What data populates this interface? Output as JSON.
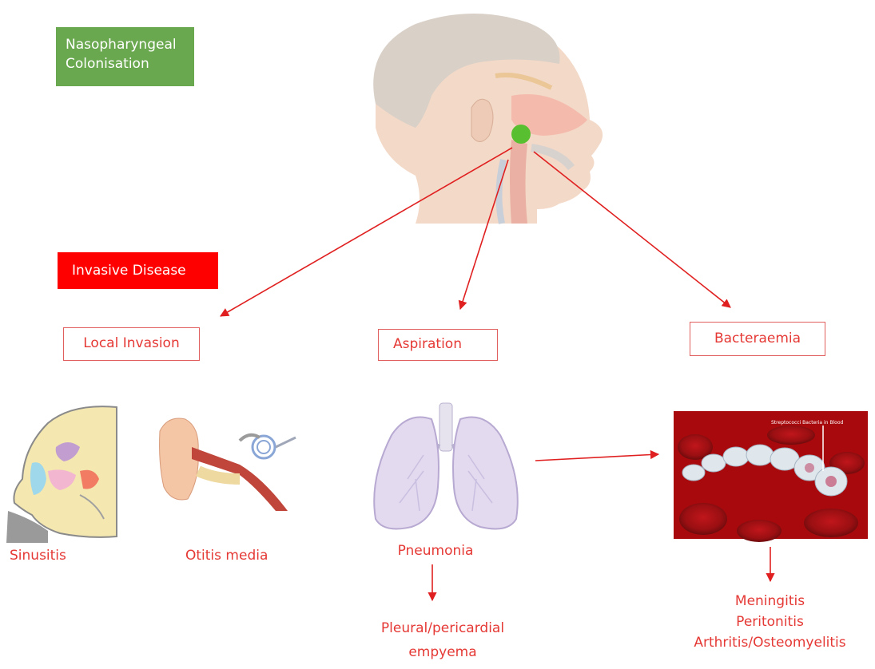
{
  "labels": {
    "colonisation": "Nasopharyngeal Colonisation",
    "invasive": "Invasive Disease"
  },
  "routes": {
    "local": "Local Invasion",
    "aspiration": "Aspiration",
    "bacteraemia": "Bacteraemia"
  },
  "outcomes": {
    "sinusitis": "Sinusitis",
    "otitis": "Otitis media",
    "pneumonia": "Pneumonia",
    "pleural_line1": "Pleural/pericardial",
    "pleural_line2": "empyema",
    "meningitis": "Meningitis",
    "peritonitis": "Peritonitis",
    "arthritis": "Arthritis/Osteomyelitis"
  },
  "image_caption": "Streptococci Bacteria in Blood",
  "colors": {
    "arrow": "#e02020",
    "green_label": "#6aa84f",
    "red_label": "#ff0000",
    "text_red": "#e53935",
    "colonisation_dot": "#58c030"
  }
}
